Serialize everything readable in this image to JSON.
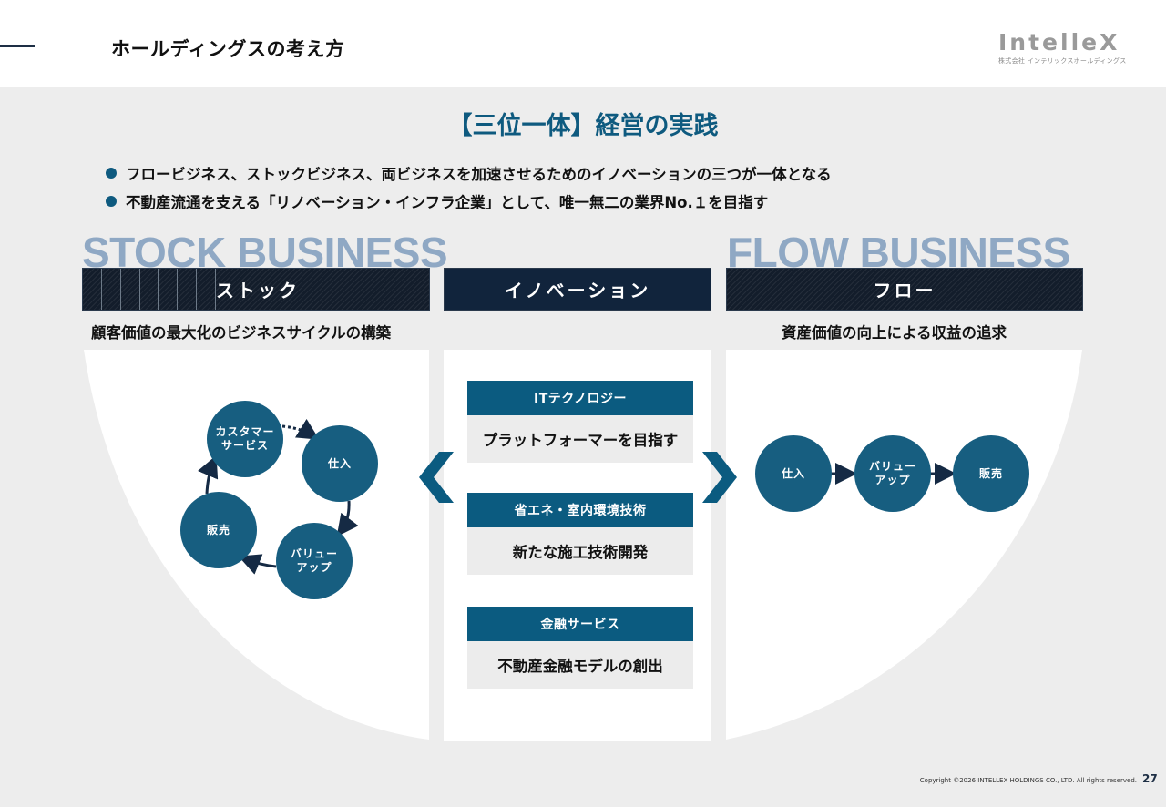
{
  "header": {
    "title": "ホールディングスの考え方",
    "logo_text": "IntelleX",
    "logo_subtitle": "株式会社 インテリックスホールディングス"
  },
  "main_title": "【三位一体】経営の実践",
  "bullets": [
    "フロービジネス、ストックビジネス、両ビジネスを加速させるためのイノベーションの三つが一体となる",
    "不動産流通を支える「リノベーション・インフラ企業」として、唯一無二の業界No.１を目指す"
  ],
  "stock": {
    "big_label": "STOCK BUSINESS",
    "bar_label": "ストック",
    "subtitle": "顧客価値の最大化のビジネスサイクルの構築",
    "cycle": [
      {
        "label_line1": "カスタマー",
        "label_line2": "サービス"
      },
      {
        "label_line1": "仕入",
        "label_line2": ""
      },
      {
        "label_line1": "バリュー",
        "label_line2": "アップ"
      },
      {
        "label_line1": "販売",
        "label_line2": ""
      }
    ]
  },
  "innovation": {
    "bar_label": "イノベーション",
    "cards": [
      {
        "heading": "ITテクノロジー",
        "body": "プラットフォーマーを目指す"
      },
      {
        "heading": "省エネ・室内環境技術",
        "body": "新たな施工技術開発"
      },
      {
        "heading": "金融サービス",
        "body": "不動産金融モデルの創出"
      }
    ]
  },
  "flow": {
    "big_label": "FLOW BUSINESS",
    "bar_label": "フロー",
    "subtitle": "資産価値の向上による収益の追求",
    "steps": [
      {
        "label_line1": "仕入",
        "label_line2": ""
      },
      {
        "label_line1": "バリュー",
        "label_line2": "アップ"
      },
      {
        "label_line1": "販売",
        "label_line2": ""
      }
    ]
  },
  "footer": {
    "copyright": "Copyright ©2026 INTELLEX  HOLDINGS CO., LTD. All rights reserved.",
    "page_number": "27"
  },
  "colors": {
    "accent": "#0e5a7f",
    "circle": "#175e80",
    "navy": "#11243c",
    "big_label": "#8fa8c4",
    "background": "#ededed"
  }
}
